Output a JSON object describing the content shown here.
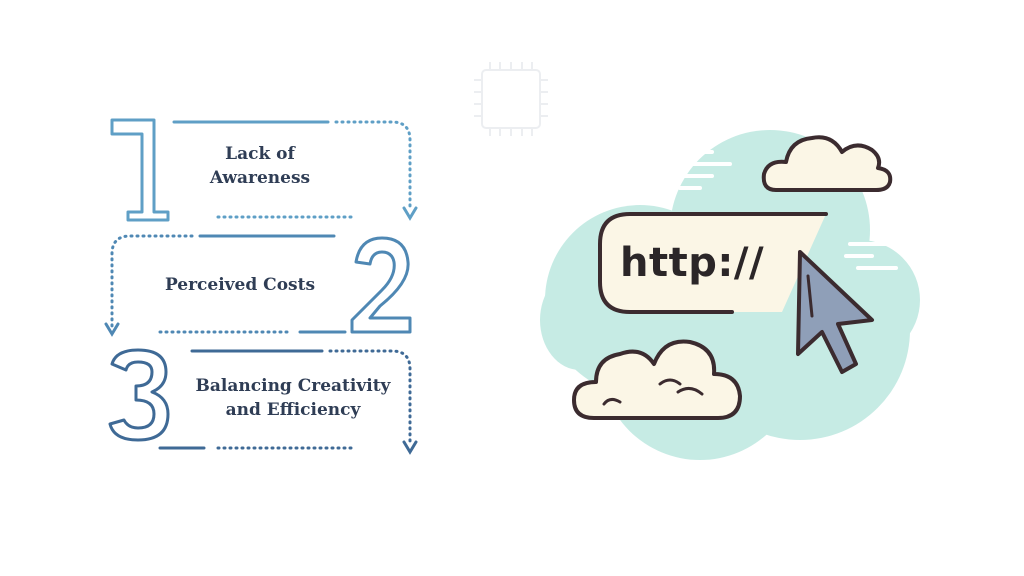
{
  "steps": [
    {
      "number": "1",
      "label_line1": "Lack of",
      "label_line2": "Awareness"
    },
    {
      "number": "2",
      "label_line1": "Perceived Costs",
      "label_line2": ""
    },
    {
      "number": "3",
      "label_line1": "Balancing Creativity",
      "label_line2": "and Efficiency"
    }
  ],
  "illustration": {
    "url_text": "http://",
    "icons": [
      "chip-icon",
      "cloud-icon",
      "cursor-arrow-icon"
    ]
  },
  "colors": {
    "step1": "#5f9fc6",
    "step2": "#4f88b4",
    "step3": "#3f6a96",
    "label": "#2f3d55",
    "cloud_bg": "#c6ebe4",
    "cloud_fill": "#fbf6e6",
    "outline": "#3b2b2f",
    "cursor": "#8f9fb8"
  }
}
